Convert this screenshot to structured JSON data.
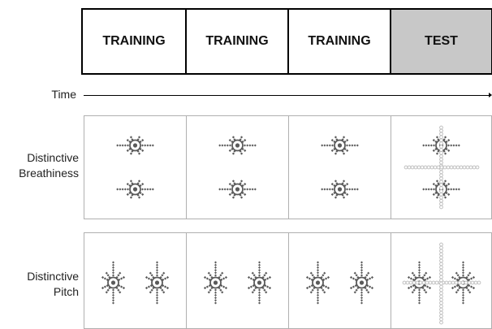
{
  "phases": [
    {
      "label": "TRAINING",
      "kind": "training"
    },
    {
      "label": "TRAINING",
      "kind": "training"
    },
    {
      "label": "TRAINING",
      "kind": "training"
    },
    {
      "label": "TEST",
      "kind": "test"
    }
  ],
  "axis": {
    "label": "Time"
  },
  "conditions": [
    {
      "line1": "Distinctive",
      "line2": "Breathiness",
      "orientation": "horizontal"
    },
    {
      "line1": "Distinctive",
      "line2": "Pitch",
      "orientation": "vertical"
    }
  ],
  "colors": {
    "stimulus_marker": "#5a5a5a",
    "test_overlay_marker": "#b8b8b8",
    "test_header_fill": "#c8c8c8"
  }
}
